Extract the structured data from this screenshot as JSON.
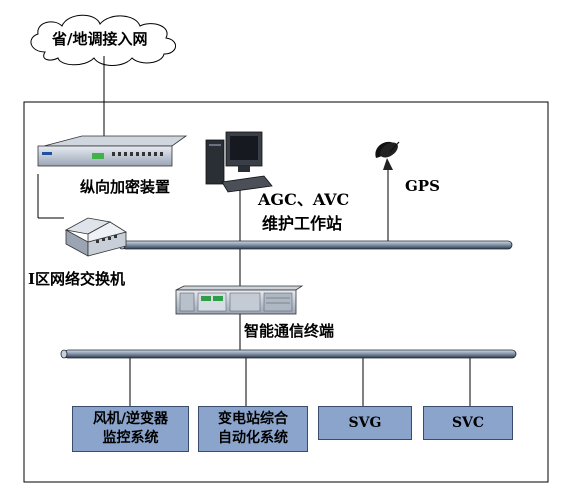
{
  "cloud": {
    "label": "省/地调接入网"
  },
  "encryption": {
    "label": "纵向加密装置"
  },
  "workstation": {
    "line1": "AGC、AVC",
    "line2": "维护工作站"
  },
  "gps": {
    "label": "GPS"
  },
  "switch": {
    "label": "I区网络交换机"
  },
  "terminal": {
    "label": "智能通信终端"
  },
  "boxes": [
    {
      "line1": "风机/逆变器",
      "line2": "监控系统"
    },
    {
      "line1": "变电站综合",
      "line2": "自动化系统"
    },
    {
      "line1": "SVG",
      "line2": ""
    },
    {
      "line1": "SVC",
      "line2": ""
    }
  ],
  "colors": {
    "box_fill": "#8aa4cc",
    "bus": "#6e7e96",
    "line": "#000000"
  }
}
